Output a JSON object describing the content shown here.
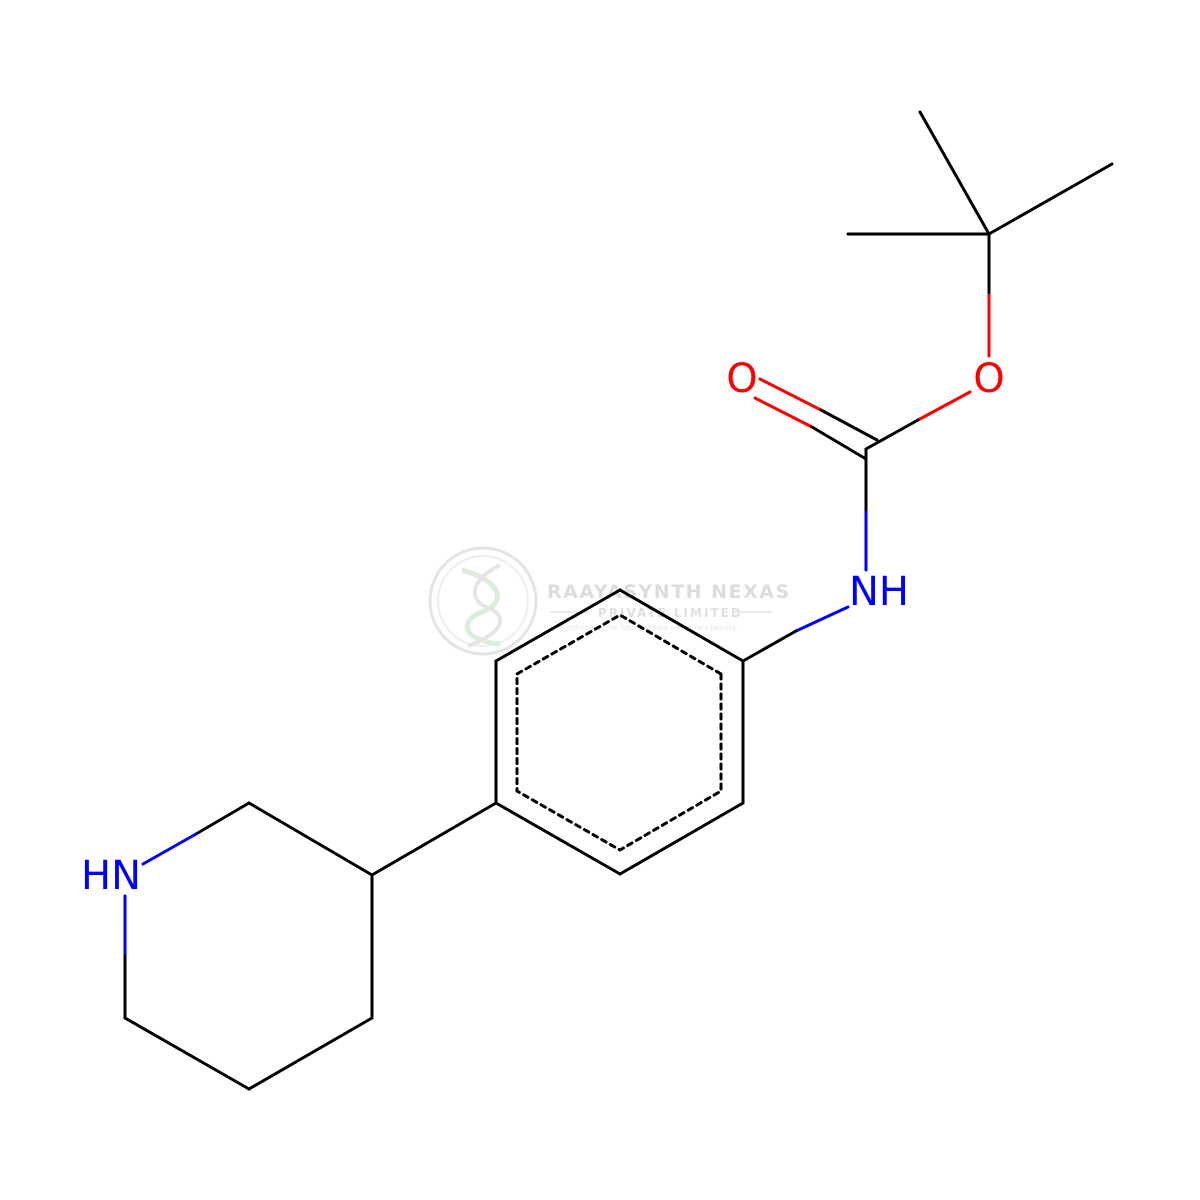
{
  "molecule": {
    "colors": {
      "bond": "#000000",
      "nitrogen": "#0000ff",
      "oxygen": "#ff0000"
    },
    "atom_labels": {
      "carbonyl_o": "O",
      "ester_o": "O",
      "amide_nh": "NH",
      "piperidine_nh": "HN"
    }
  },
  "watermark": {
    "line1": "RAAYASYNTH NEXAS",
    "line2": "PRIVATE LIMITED",
    "tagline": "Synthesizing the future of your molecule's journey",
    "colors": {
      "main": "#d9d9d9",
      "accent": "#cfe7cf"
    }
  }
}
